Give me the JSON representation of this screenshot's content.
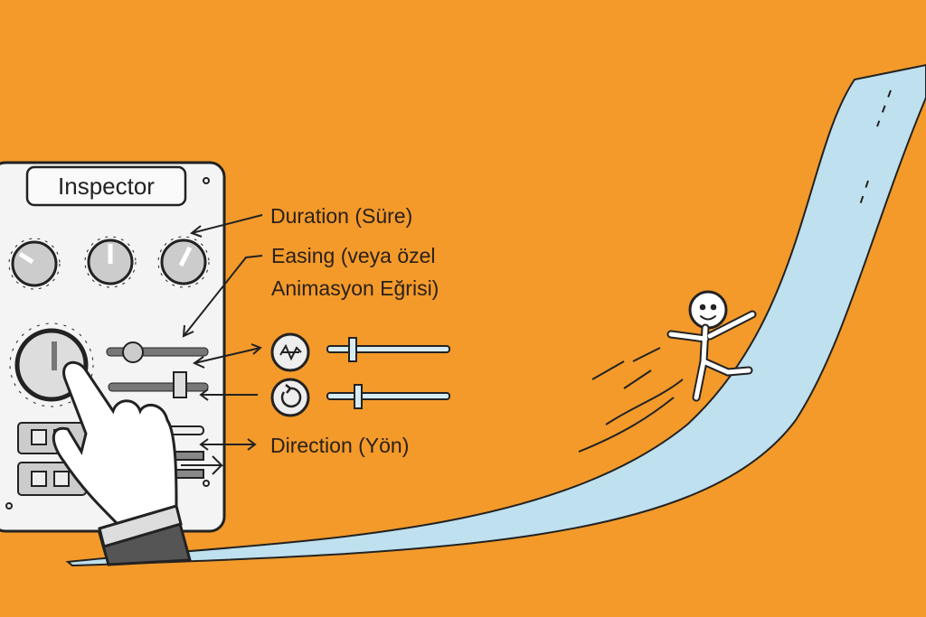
{
  "panel": {
    "title": "Inspector"
  },
  "labels": {
    "duration": "Duration (Süre)",
    "easing_line1": "Easing (veya özel",
    "easing_line2": "Animasyon Eğrisi)",
    "direction": "Direction (Yön)"
  },
  "colors": {
    "background": "#F39A2B",
    "ramp": "#BFE0EE",
    "panel": "#F4F4F4",
    "ink": "#222222"
  }
}
